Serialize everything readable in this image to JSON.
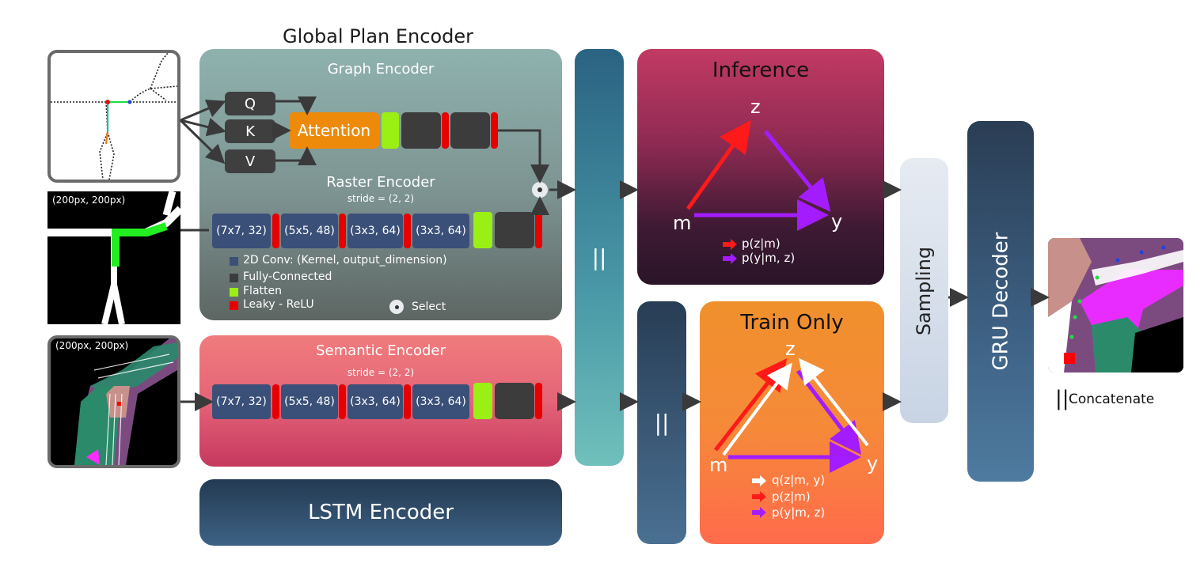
{
  "title": "Global Plan Encoder",
  "graph_encoder": {
    "title": "Graph Encoder",
    "q": "Q",
    "k": "K",
    "v": "V",
    "attention": "Attention"
  },
  "raster_encoder": {
    "title": "Raster Encoder",
    "stride": "stride = (2, 2)",
    "convs": [
      "(7x7, 32)",
      "(5x5, 48)",
      "(3x3, 64)",
      "(3x3, 64)"
    ]
  },
  "legend": {
    "conv": "2D Conv: (Kernel, output_dimension)",
    "fc": "Fully-Connected",
    "flatten": "Flatten",
    "relu": "Leaky - ReLU",
    "select": "Select"
  },
  "semantic_encoder": {
    "title": "Semantic Encoder",
    "stride": "stride = (2, 2)",
    "convs": [
      "(7x7, 32)",
      "(5x5, 48)",
      "(3x3, 64)",
      "(3x3, 64)"
    ]
  },
  "lstm": "LSTM Encoder",
  "inputs": {
    "raster_size": "(200px, 200px)",
    "semantic_size": "(200px, 200px)"
  },
  "concat_symbol": "||",
  "inference": {
    "title": "Inference",
    "z": "z",
    "m": "m",
    "y": "y",
    "leg1": "p(z|m)",
    "leg2": "p(y|m, z)"
  },
  "train": {
    "title": "Train Only",
    "z": "z",
    "m": "m",
    "y": "y",
    "leg1": "q(z|m, y)",
    "leg2": "p(z|m)",
    "leg3": "p(y|m, z)"
  },
  "sampling": "Sampling",
  "gru": "GRU Decoder",
  "concatenate": "Concatenate",
  "colors": {
    "relu": "#e60000",
    "flatten": "#9af014",
    "fc": "#3c3c3c",
    "conv": "#3a5078",
    "attention": "#ee8a0a",
    "p_z_m": "#ff1a1a",
    "p_y_mz": "#a31cff",
    "q_z_my": "#ffffff"
  }
}
